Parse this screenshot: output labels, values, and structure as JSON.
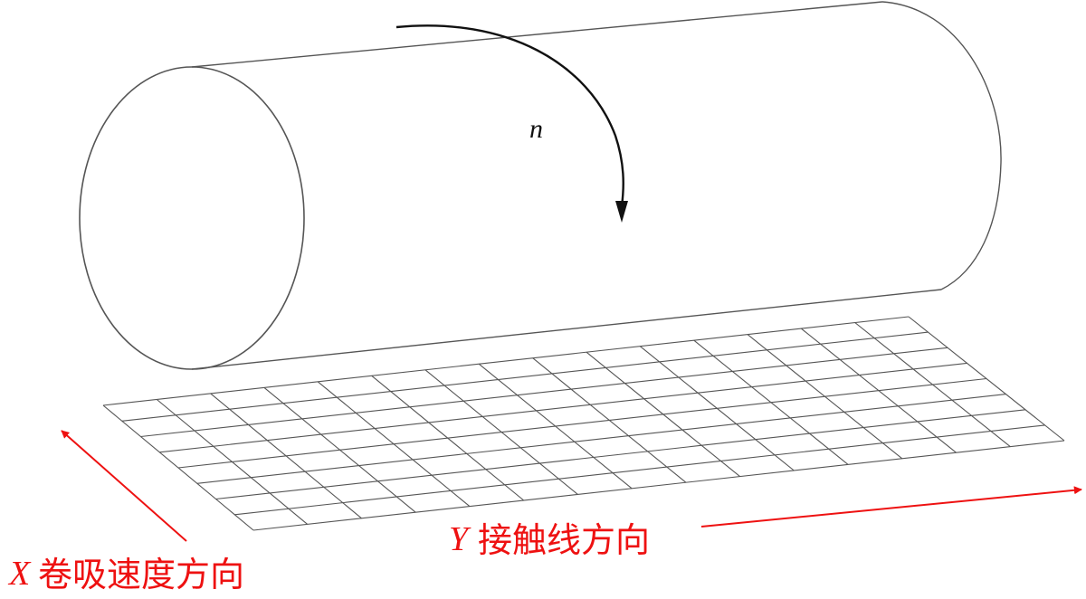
{
  "diagram": {
    "rotation_label": "n",
    "y_axis": {
      "letter": "Y",
      "text": "接触线方向"
    },
    "x_axis": {
      "letter": "X",
      "text": "卷吸速度方向"
    },
    "colors": {
      "lines": "#555555",
      "arrow": "#111111",
      "annotation": "#ee1111"
    }
  }
}
